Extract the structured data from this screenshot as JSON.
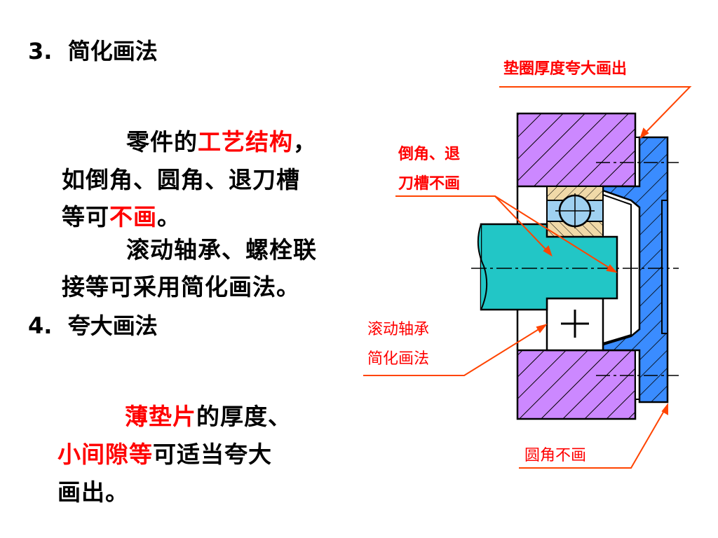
{
  "left": {
    "h3_num": "3.",
    "h3_text": "简化画法",
    "p1_a": "零件的",
    "p1_b": "工艺结构",
    "p1_c": "，",
    "p1_line2": "如倒角、圆角、退刀槽",
    "p1_line3_a": "等可",
    "p1_line3_b": "不画",
    "p1_line3_c": "。",
    "p2_line1": "滚动轴承、螺栓联",
    "p2_line2": "接等可采用简化画法。",
    "h4_num": "4.",
    "h4_text": "夸大画法",
    "p3_a": "薄垫片",
    "p3_b": "的厚度、",
    "p3_line2_a": "小间隙等",
    "p3_line2_b": "可适当夸大",
    "p3_line3": "画出。"
  },
  "labels": {
    "washer_exaggerated": "垫圈厚度夸大画出",
    "chamfer_line1": "倒角、退",
    "chamfer_line2": "刀槽不画",
    "bearing_line1": "滚动轴承",
    "bearing_line2": "简化画法",
    "fillet_not_drawn": "圆角不画"
  },
  "colors": {
    "housing": "#cc88ff",
    "cover": "#3a8cff",
    "shaft": "#22c6c6",
    "bearing_ring": "#f0d9a8",
    "bearing_ball": "#9fd0f0",
    "leader": "#ff4400",
    "highlight": "#ff0000"
  }
}
